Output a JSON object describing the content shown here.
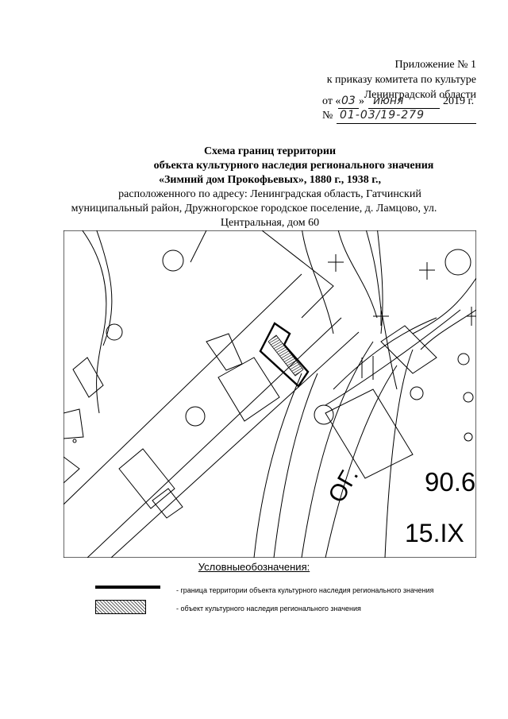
{
  "annex": {
    "line1": "Приложение № 1",
    "line2": "к приказу комитета по культуре",
    "line3": "Ленинградской области",
    "date_prefix": "от «",
    "date_day": "03",
    "date_mid": "»",
    "date_month": "июня",
    "date_year": "2019 г.",
    "num_prefix": "№",
    "num_value": "01-03/19-279"
  },
  "title": {
    "line1": "Схема границ территории",
    "line2": "объекта культурного наследия регионального значения",
    "line3": "«Зимний дом Прокофьевых», 1880 г., 1938 г.,",
    "line4": "расположенного по адресу: Ленинградская область, Гатчинский",
    "line5": "муниципальный район, Дружногорское городское поселение, д. Ламцово, ул.",
    "line6": "Центральная, дом 60"
  },
  "map": {
    "label_og": "ОГ.",
    "label_height": "90.6",
    "label_date": "15.IX"
  },
  "legend": {
    "title": "Условныеобозначения:",
    "boundary": "- граница территории объекта культурного наследия регионального значения",
    "object": "- объект культурного наследия регионального значения"
  }
}
